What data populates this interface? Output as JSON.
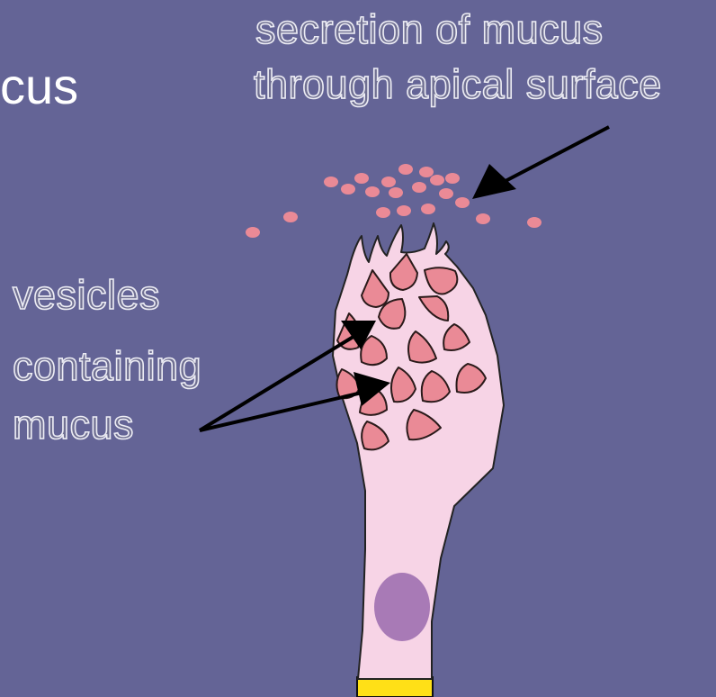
{
  "diagram": {
    "title_fragment": "cus",
    "secretion_label": {
      "line1": "secretion of mucus",
      "line2": "through apical surface"
    },
    "vesicles_label": {
      "line1": "vesicles",
      "line2": "containing",
      "line3": "mucus"
    }
  },
  "colors": {
    "background": "#646496",
    "cell": "#f7d4e6",
    "vesicle": "#ea8a96",
    "nucleus": "#a87ab6",
    "base": "#ffe017",
    "title": "#ffffff"
  }
}
